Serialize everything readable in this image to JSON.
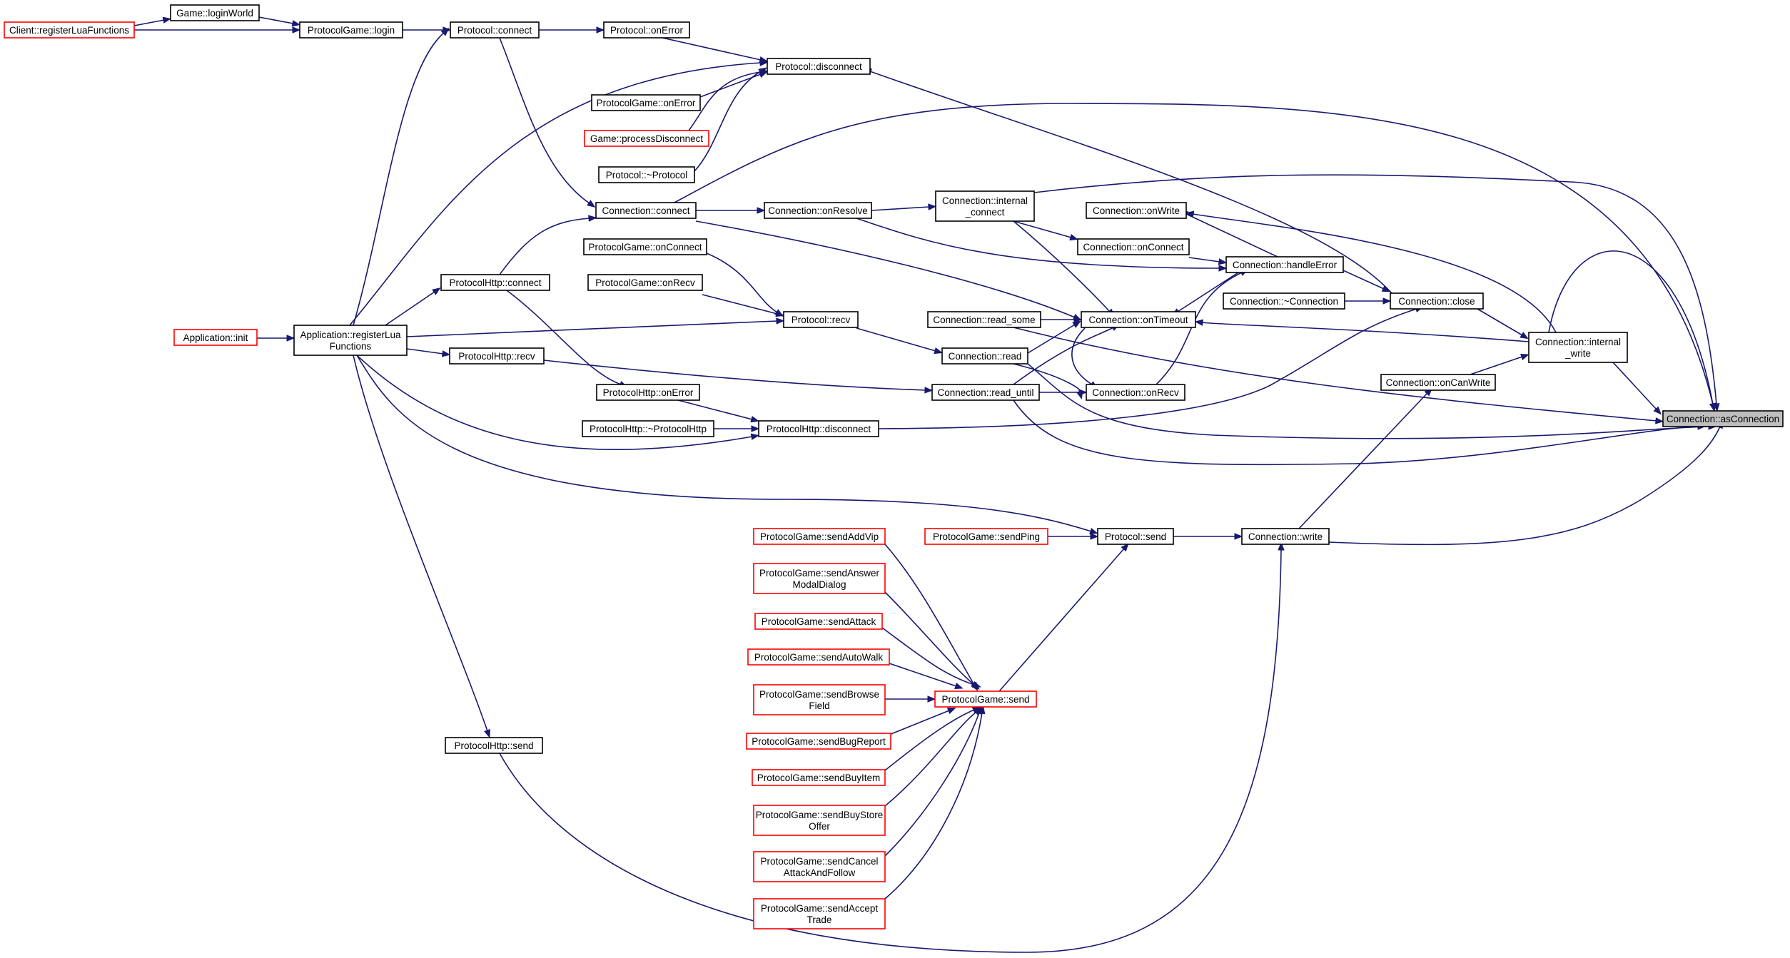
{
  "graph": {
    "colors": {
      "edge": "#191970",
      "node_border": "#000000",
      "external_border": "#ff0000",
      "root_fill": "#bfbfbf",
      "background": "#ffffff"
    },
    "nodes": [
      {
        "id": "n_asconnection",
        "lines": [
          "Connection::asConnection"
        ],
        "style": "root"
      },
      {
        "id": "n_client_register",
        "lines": [
          "Client::registerLuaFunctions"
        ],
        "style": "red"
      },
      {
        "id": "n_game_loginworld",
        "lines": [
          "Game::loginWorld"
        ],
        "style": "black"
      },
      {
        "id": "n_protogame_login",
        "lines": [
          "ProtocolGame::login"
        ],
        "style": "black"
      },
      {
        "id": "n_protocol_connect",
        "lines": [
          "Protocol::connect"
        ],
        "style": "black"
      },
      {
        "id": "n_protocol_onerror",
        "lines": [
          "Protocol::onError"
        ],
        "style": "black"
      },
      {
        "id": "n_protocol_disconnect",
        "lines": [
          "Protocol::disconnect"
        ],
        "style": "black"
      },
      {
        "id": "n_protogame_onerror",
        "lines": [
          "ProtocolGame::onError"
        ],
        "style": "black"
      },
      {
        "id": "n_game_processdisconnect",
        "lines": [
          "Game::processDisconnect"
        ],
        "style": "red"
      },
      {
        "id": "n_protocol_dtor",
        "lines": [
          "Protocol::~Protocol"
        ],
        "style": "black"
      },
      {
        "id": "n_conn_connect",
        "lines": [
          "Connection::connect"
        ],
        "style": "black"
      },
      {
        "id": "n_conn_onresolve",
        "lines": [
          "Connection::onResolve"
        ],
        "style": "black"
      },
      {
        "id": "n_conn_internal_connect",
        "lines": [
          "Connection::internal",
          "_connect"
        ],
        "style": "black"
      },
      {
        "id": "n_conn_onwrite",
        "lines": [
          "Connection::onWrite"
        ],
        "style": "black"
      },
      {
        "id": "n_conn_onconnect",
        "lines": [
          "Connection::onConnect"
        ],
        "style": "black"
      },
      {
        "id": "n_conn_handleerror",
        "lines": [
          "Connection::handleError"
        ],
        "style": "black"
      },
      {
        "id": "n_protogame_onconnect",
        "lines": [
          "ProtocolGame::onConnect"
        ],
        "style": "black"
      },
      {
        "id": "n_protogame_onrecv",
        "lines": [
          "ProtocolGame::onRecv"
        ],
        "style": "black"
      },
      {
        "id": "n_protohttp_connect",
        "lines": [
          "ProtocolHttp::connect"
        ],
        "style": "black"
      },
      {
        "id": "n_app_init",
        "lines": [
          "Application::init"
        ],
        "style": "red"
      },
      {
        "id": "n_app_register",
        "lines": [
          "Application::registerLua",
          "Functions"
        ],
        "style": "black"
      },
      {
        "id": "n_protocol_recv",
        "lines": [
          "Protocol::recv"
        ],
        "style": "black"
      },
      {
        "id": "n_conn_read_some",
        "lines": [
          "Connection::read_some"
        ],
        "style": "black"
      },
      {
        "id": "n_conn_ontimeout",
        "lines": [
          "Connection::onTimeout"
        ],
        "style": "black"
      },
      {
        "id": "n_conn_dtor",
        "lines": [
          "Connection::~Connection"
        ],
        "style": "black"
      },
      {
        "id": "n_conn_close",
        "lines": [
          "Connection::close"
        ],
        "style": "black"
      },
      {
        "id": "n_conn_internal_write",
        "lines": [
          "Connection::internal",
          "_write"
        ],
        "style": "black"
      },
      {
        "id": "n_protohttp_recv",
        "lines": [
          "ProtocolHttp::recv"
        ],
        "style": "black"
      },
      {
        "id": "n_conn_read",
        "lines": [
          "Connection::read"
        ],
        "style": "black"
      },
      {
        "id": "n_conn_oncanwrite",
        "lines": [
          "Connection::onCanWrite"
        ],
        "style": "black"
      },
      {
        "id": "n_protohttp_onerror",
        "lines": [
          "ProtocolHttp::onError"
        ],
        "style": "black"
      },
      {
        "id": "n_conn_read_until",
        "lines": [
          "Connection::read_until"
        ],
        "style": "black"
      },
      {
        "id": "n_conn_onrecv",
        "lines": [
          "Connection::onRecv"
        ],
        "style": "black"
      },
      {
        "id": "n_protohttp_dtor",
        "lines": [
          "ProtocolHttp::~ProtocolHttp"
        ],
        "style": "black"
      },
      {
        "id": "n_protohttp_disconnect",
        "lines": [
          "ProtocolHttp::disconnect"
        ],
        "style": "black"
      },
      {
        "id": "n_pg_sendaddvip",
        "lines": [
          "ProtocolGame::sendAddVip"
        ],
        "style": "red"
      },
      {
        "id": "n_pg_sendping",
        "lines": [
          "ProtocolGame::sendPing"
        ],
        "style": "red"
      },
      {
        "id": "n_protocol_send",
        "lines": [
          "Protocol::send"
        ],
        "style": "black"
      },
      {
        "id": "n_conn_write",
        "lines": [
          "Connection::write"
        ],
        "style": "black"
      },
      {
        "id": "n_pg_sendanswer",
        "lines": [
          "ProtocolGame::sendAnswer",
          "ModalDialog"
        ],
        "style": "red"
      },
      {
        "id": "n_pg_sendattack",
        "lines": [
          "ProtocolGame::sendAttack"
        ],
        "style": "red"
      },
      {
        "id": "n_pg_sendautowalk",
        "lines": [
          "ProtocolGame::sendAutoWalk"
        ],
        "style": "red"
      },
      {
        "id": "n_pg_sendbrowse",
        "lines": [
          "ProtocolGame::sendBrowse",
          "Field"
        ],
        "style": "red"
      },
      {
        "id": "n_pg_send",
        "lines": [
          "ProtocolGame::send"
        ],
        "style": "red"
      },
      {
        "id": "n_pg_sendbugreport",
        "lines": [
          "ProtocolGame::sendBugReport"
        ],
        "style": "red"
      },
      {
        "id": "n_pg_sendbuyitem",
        "lines": [
          "ProtocolGame::sendBuyItem"
        ],
        "style": "red"
      },
      {
        "id": "n_pg_sendbuystore",
        "lines": [
          "ProtocolGame::sendBuyStore",
          "Offer"
        ],
        "style": "red"
      },
      {
        "id": "n_pg_sendcancel",
        "lines": [
          "ProtocolGame::sendCancel",
          "AttackAndFollow"
        ],
        "style": "red"
      },
      {
        "id": "n_pg_sendaccept",
        "lines": [
          "ProtocolGame::sendAccept",
          "Trade"
        ],
        "style": "red"
      },
      {
        "id": "n_protohttp_send",
        "lines": [
          "ProtocolHttp::send"
        ],
        "style": "black"
      }
    ]
  }
}
